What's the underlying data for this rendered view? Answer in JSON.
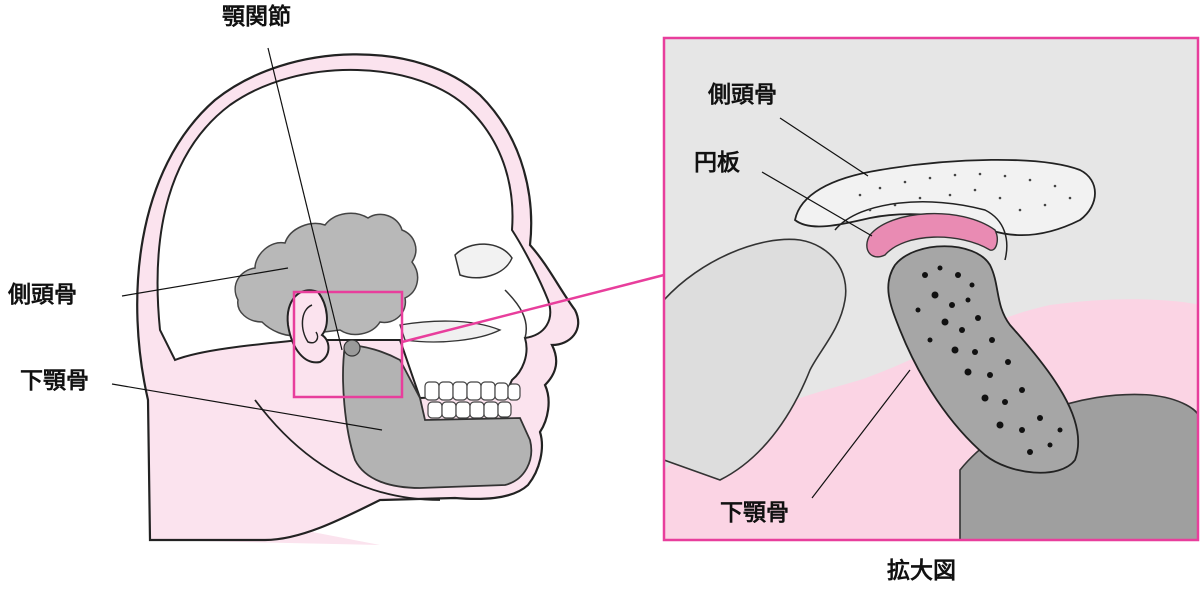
{
  "labels": {
    "tmj": "顎関節",
    "temporal_left": "側頭骨",
    "mandible_left": "下顎骨",
    "temporal_right": "側頭骨",
    "disc": "円板",
    "mandible_right": "下顎骨",
    "enlarged": "拡大図"
  },
  "colors": {
    "pink_skin": "#fbe3ee",
    "pink_accent": "#e83e9c",
    "disc_pink": "#e98bb3",
    "bone_gray": "#b3b3b3",
    "skull_white": "#ffffff",
    "background_gray": "#e6e6e6"
  }
}
